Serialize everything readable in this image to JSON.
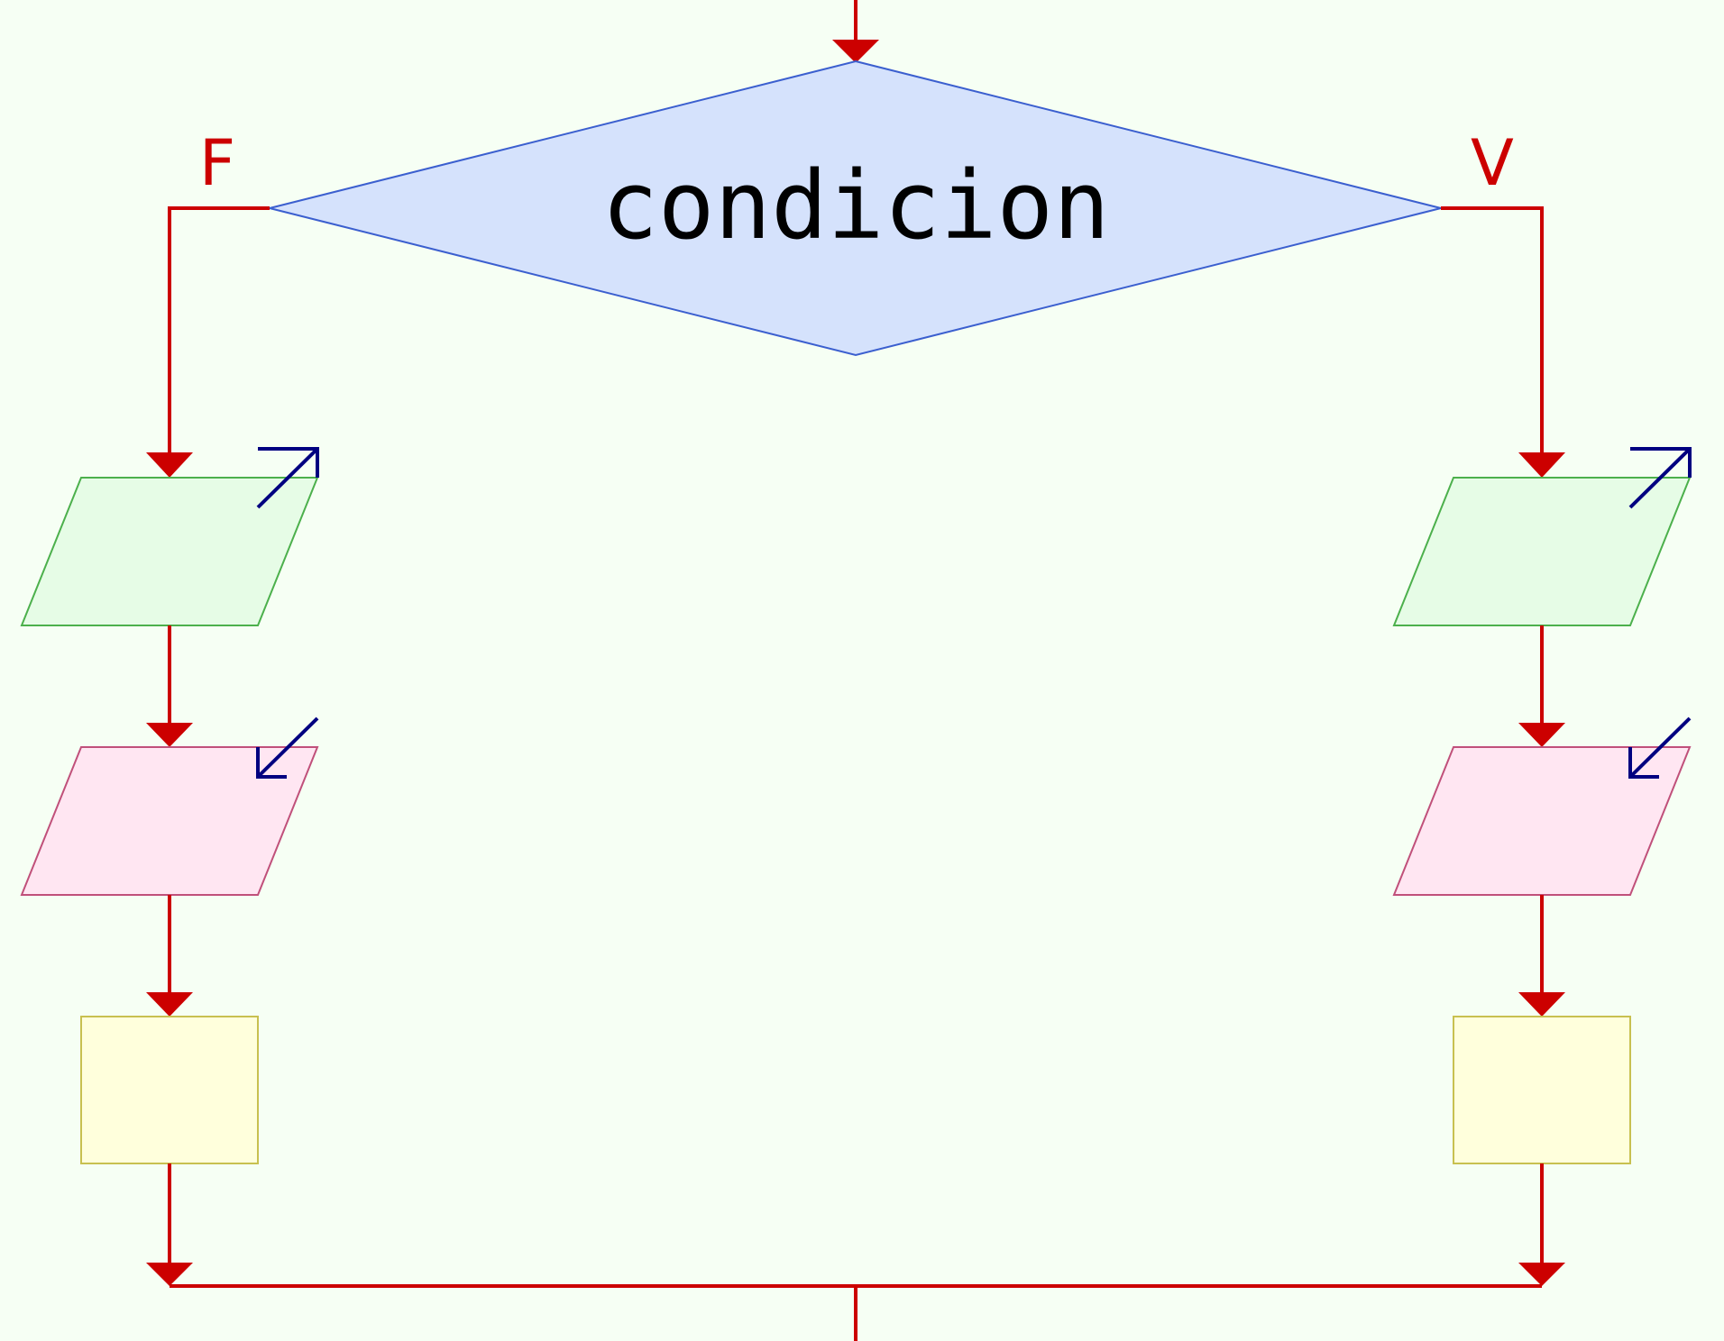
{
  "decision": {
    "text": "condicion"
  },
  "branches": {
    "false_label": "F",
    "true_label": "V"
  },
  "colors": {
    "flow": "#cc0000",
    "decision_fill": "#d5e2fc",
    "output_fill": "#e6fce6",
    "input_fill": "#ffe6f2",
    "process_fill": "#ffffdc",
    "io_marker": "#000080"
  }
}
